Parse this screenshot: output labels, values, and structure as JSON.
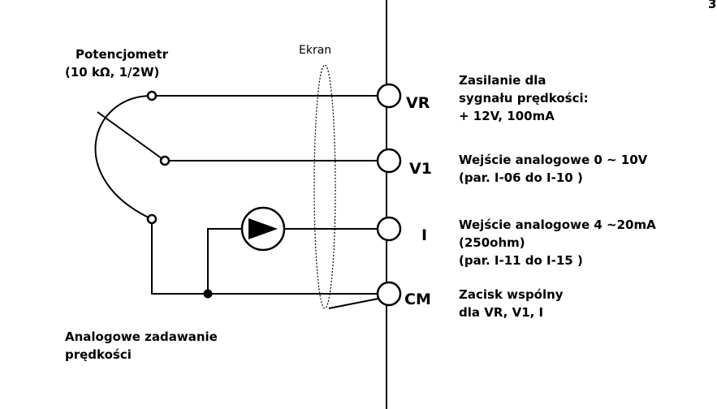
{
  "page_corner_text": "3",
  "potentiometer": {
    "title": "Potencjometr",
    "spec": "(10 kΩ, 1/2W)"
  },
  "shield_label": "Ekran",
  "terminals": [
    {
      "id": "VR",
      "label": "VR",
      "desc": [
        "Zasilanie dla",
        "sygnału prędkości:",
        "+ 12V, 100mA"
      ]
    },
    {
      "id": "V1",
      "label": "V1",
      "desc": [
        "Wejście analogowe 0 ~ 10V",
        "(par. I-06 do I-10 )"
      ]
    },
    {
      "id": "I",
      "label": "I",
      "desc": [
        "Wejście analogowe 4 ~20mA",
        "(250ohm)",
        "(par. I-11 do I-15 )"
      ]
    },
    {
      "id": "CM",
      "label": "CM",
      "desc": [
        "Zacisk wspólny",
        "dla VR, V1, I"
      ]
    }
  ],
  "caption": [
    "Analogowe zadawanie",
    "prędkości"
  ]
}
